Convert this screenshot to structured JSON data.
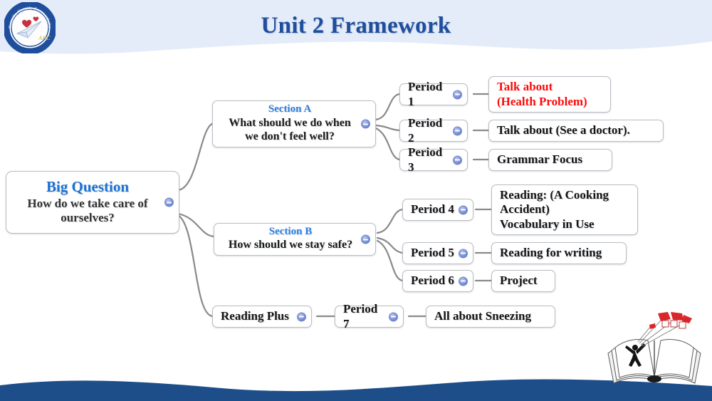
{
  "slide": {
    "title": "Unit 2 Framework",
    "title_color": "#1f4e9c",
    "header_band_color": "#e4ecfa",
    "bottom_wave_color": "#1d4e89",
    "background_color": "#ffffff"
  },
  "logo": {
    "name": "school-logo",
    "outer_text": "Happily Greatly Successfully",
    "inner_text": "ABC",
    "ring_color": "#1f4e9c",
    "heart_color": "#c9303f"
  },
  "mindmap": {
    "accent_blue": "#2b7fe0",
    "connector_color": "#8a8a8a",
    "node_border_color": "#b9bdc4",
    "highlight_red": "#fa0a0a",
    "center": {
      "title": "Big Question",
      "subtitle": "How do we take care of ourselves?",
      "collapse_icon": "minus-circle-icon"
    },
    "branches": [
      {
        "id": "section-a",
        "title": "Section A",
        "subtitle": "What should we do when we don't feel well?",
        "periods": [
          {
            "label": "Period 1",
            "leaf": "Talk about (Health Problem)",
            "leaf_lines": [
              "Talk about",
              "(Health Problem)"
            ],
            "leaf_red": true
          },
          {
            "label": "Period 2",
            "leaf": "Talk about (See a doctor).",
            "leaf_lines": [
              "Talk about (See a doctor)."
            ],
            "leaf_red": false
          },
          {
            "label": "Period 3",
            "leaf": "Grammar Focus",
            "leaf_lines": [
              "Grammar Focus"
            ],
            "leaf_red": false
          }
        ]
      },
      {
        "id": "section-b",
        "title": "Section B",
        "subtitle": "How should we stay safe?",
        "periods": [
          {
            "label": "Period 4",
            "leaf": "Reading: (A Cooking Accident) Vocabulary in Use",
            "leaf_lines": [
              "Reading: (A Cooking",
              "Accident)",
              "Vocabulary in Use"
            ],
            "leaf_red": false
          },
          {
            "label": "Period 5",
            "leaf": "Reading for writing",
            "leaf_lines": [
              "Reading for writing"
            ],
            "leaf_red": false
          },
          {
            "label": "Period 6",
            "leaf": "Project",
            "leaf_lines": [
              "Project"
            ],
            "leaf_red": false
          }
        ]
      },
      {
        "id": "reading-plus",
        "title": "Reading Plus",
        "subtitle": "",
        "periods": [
          {
            "label": "Period 7",
            "leaf": "All about Sneezing",
            "leaf_lines": [
              "All about Sneezing"
            ],
            "leaf_red": false
          }
        ]
      }
    ]
  },
  "decoration": {
    "book_art": "open-book-illustration",
    "kite_color": "#d9262b"
  }
}
